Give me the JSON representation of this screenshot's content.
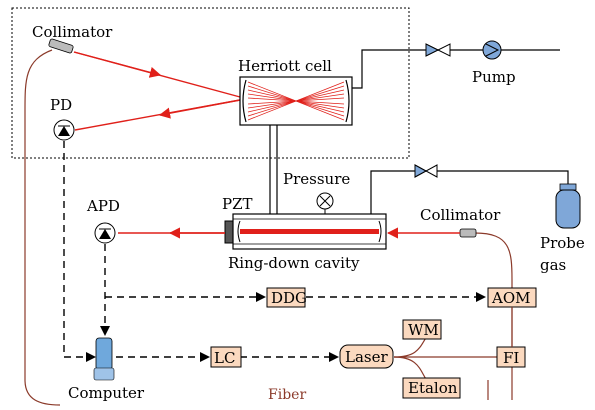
{
  "labels": {
    "collimator_top": "Collimator",
    "herriott_cell": "Herriott cell",
    "pump": "Pump",
    "pd": "PD",
    "pressure": "Pressure",
    "apd": "APD",
    "pzt": "PZT",
    "collimator_right": "Collimator",
    "probe_gas_1": "Probe",
    "probe_gas_2": "gas",
    "ring_down_cavity": "Ring-down cavity",
    "ddg": "DDG",
    "aom": "AOM",
    "wm": "WM",
    "computer": "Computer",
    "lc": "LC",
    "laser": "Laser",
    "fi": "FI",
    "fiber": "Fiber",
    "etalon": "Etalon"
  },
  "colors": {
    "laser_beam": "#e0201a",
    "fiber": "#8b3a2a",
    "box_fill": "#fbd9bf",
    "computer_blue": "#6fa8dc"
  }
}
